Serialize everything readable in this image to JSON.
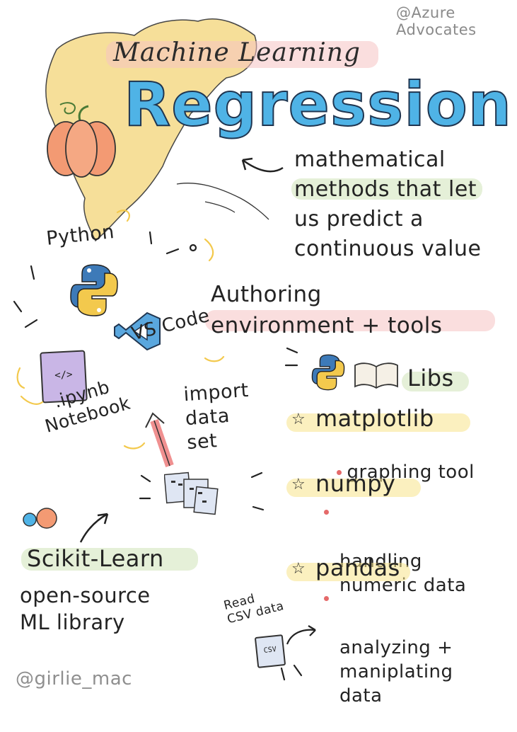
{
  "credits": {
    "top": "@Azure\nAdvocates",
    "bottom": "@girlie_mac"
  },
  "title": {
    "subtitle": "Machine Learning",
    "main": "Regression"
  },
  "definition": "mathematical\nmethods that let\nus predict a\ncontinuous value",
  "authoring": {
    "heading": "Authoring\nenvironment + tools",
    "python": "Python",
    "vscode": "VS Code",
    "notebook": ".ipynb\nNotebook",
    "notebook_icon": "</>",
    "import": "import\ndata\nset"
  },
  "libs": {
    "heading": "Libs",
    "items": [
      {
        "name": "matplotlib",
        "desc": "graphing tool"
      },
      {
        "name": "numpy",
        "desc": "handling\nnumeric data"
      },
      {
        "name": "pandas",
        "desc": "analyzing +\nmaniplating\ndata"
      }
    ]
  },
  "scikit": {
    "name": "Scikit-Learn",
    "desc": "open-source\nML library"
  },
  "csv": {
    "label": "Read\nCSV data",
    "icon_text": "CSV"
  },
  "icons": {
    "map": "north-america-map-icon",
    "pumpkin": "pumpkin-icon",
    "python": "python-logo-icon",
    "vscode": "vscode-logo-icon",
    "notebook": "notebook-file-icon",
    "book": "open-book-icon",
    "star": "star-icon",
    "arrow": "arrow-icon",
    "dataset": "dataset-icon",
    "csv": "csv-file-icon",
    "scikit": "scikit-learn-logo-icon"
  },
  "colors": {
    "title_blue": "#4fb3e6",
    "pink_highlight": "#f6c3c3",
    "green_highlight": "#cfe3b8",
    "yellow_highlight": "#f7e48a",
    "map_yellow": "#f6dc8f",
    "pumpkin": "#f39a73"
  }
}
